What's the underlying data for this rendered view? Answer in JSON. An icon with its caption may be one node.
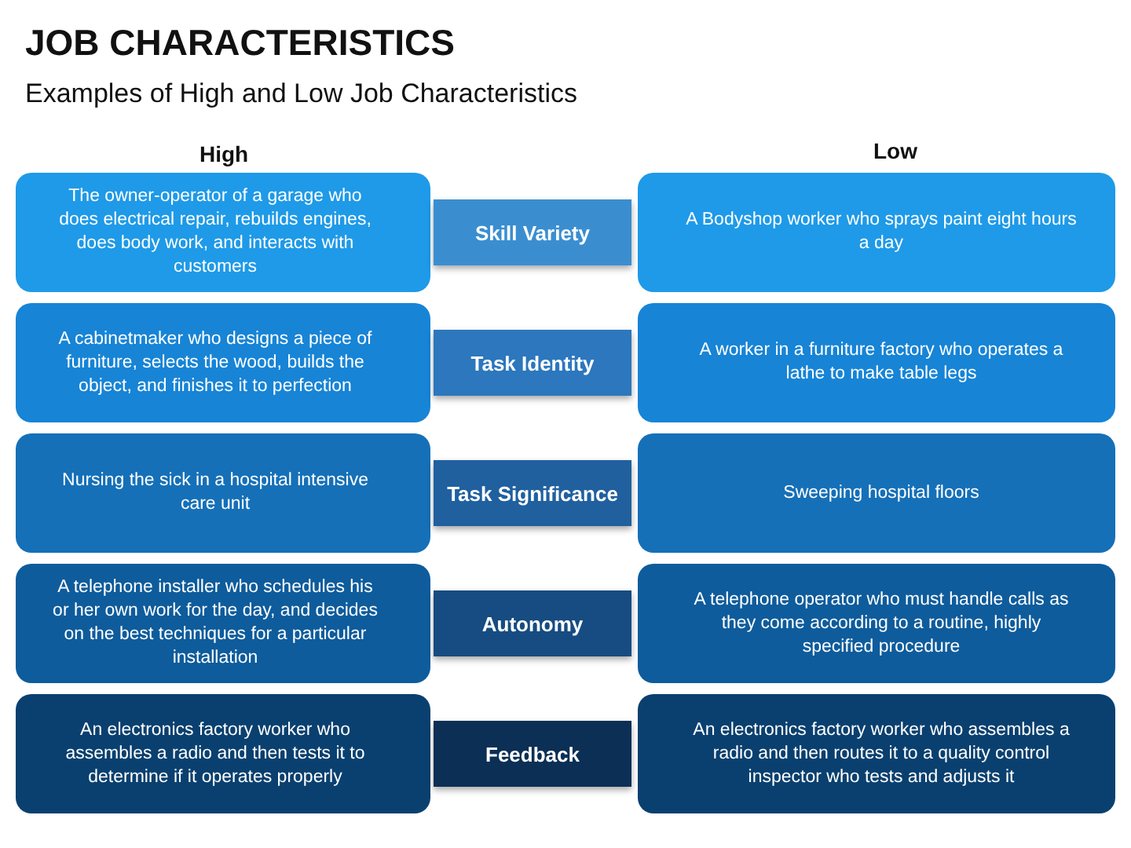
{
  "diagram": {
    "title": "JOB CHARACTERISTICS",
    "nodes": [
      {
        "text": [
          "The owner-operator of a garage who does electrical repair, rebuilds engines, does body work, and interacts with customers"
        ]
      },
      {
        "text": [
          "Skill Variety"
        ]
      },
      {
        "text": [
          "A Bodyshop worker who sprays paint eight hours a day"
        ]
      },
      {
        "text": [
          "A cabinetmaker who designs a piece of furniture, selects the wood, builds the object, and finishes it to perfection"
        ]
      },
      {
        "text": [
          "Task Identity"
        ]
      },
      {
        "text": [
          "A worker in a furniture factory who operates a lathe to make table legs"
        ]
      },
      {
        "text": [
          "Nursing the sick in a hospital intensive care unit"
        ]
      },
      {
        "text": [
          "Task Significance"
        ]
      },
      {
        "text": [
          "Sweeping hospital floors"
        ]
      },
      {
        "text": [
          "A telephone installer who schedules his or her own work for the day, and decides on the best techniques for a particular installation"
        ]
      },
      {
        "text": [
          "Autonomy"
        ]
      },
      {
        "text": [
          "A telephone operator who must handle calls as they come according to a routine, highly specified procedure"
        ]
      },
      {
        "text": [
          "An electronics factory worker who assembles a radio and then tests it to determine if it operates properly"
        ]
      },
      {
        "text": [
          "Feedback"
        ]
      },
      {
        "text": [
          "An electronics factory worker who assembles a radio and then routes it to a quality control inspector who tests and adjusts it"
        ]
      }
    ],
    "labels": [
      "Examples of High and Low Job Characteristics",
      "High",
      "Low"
    ]
  }
}
